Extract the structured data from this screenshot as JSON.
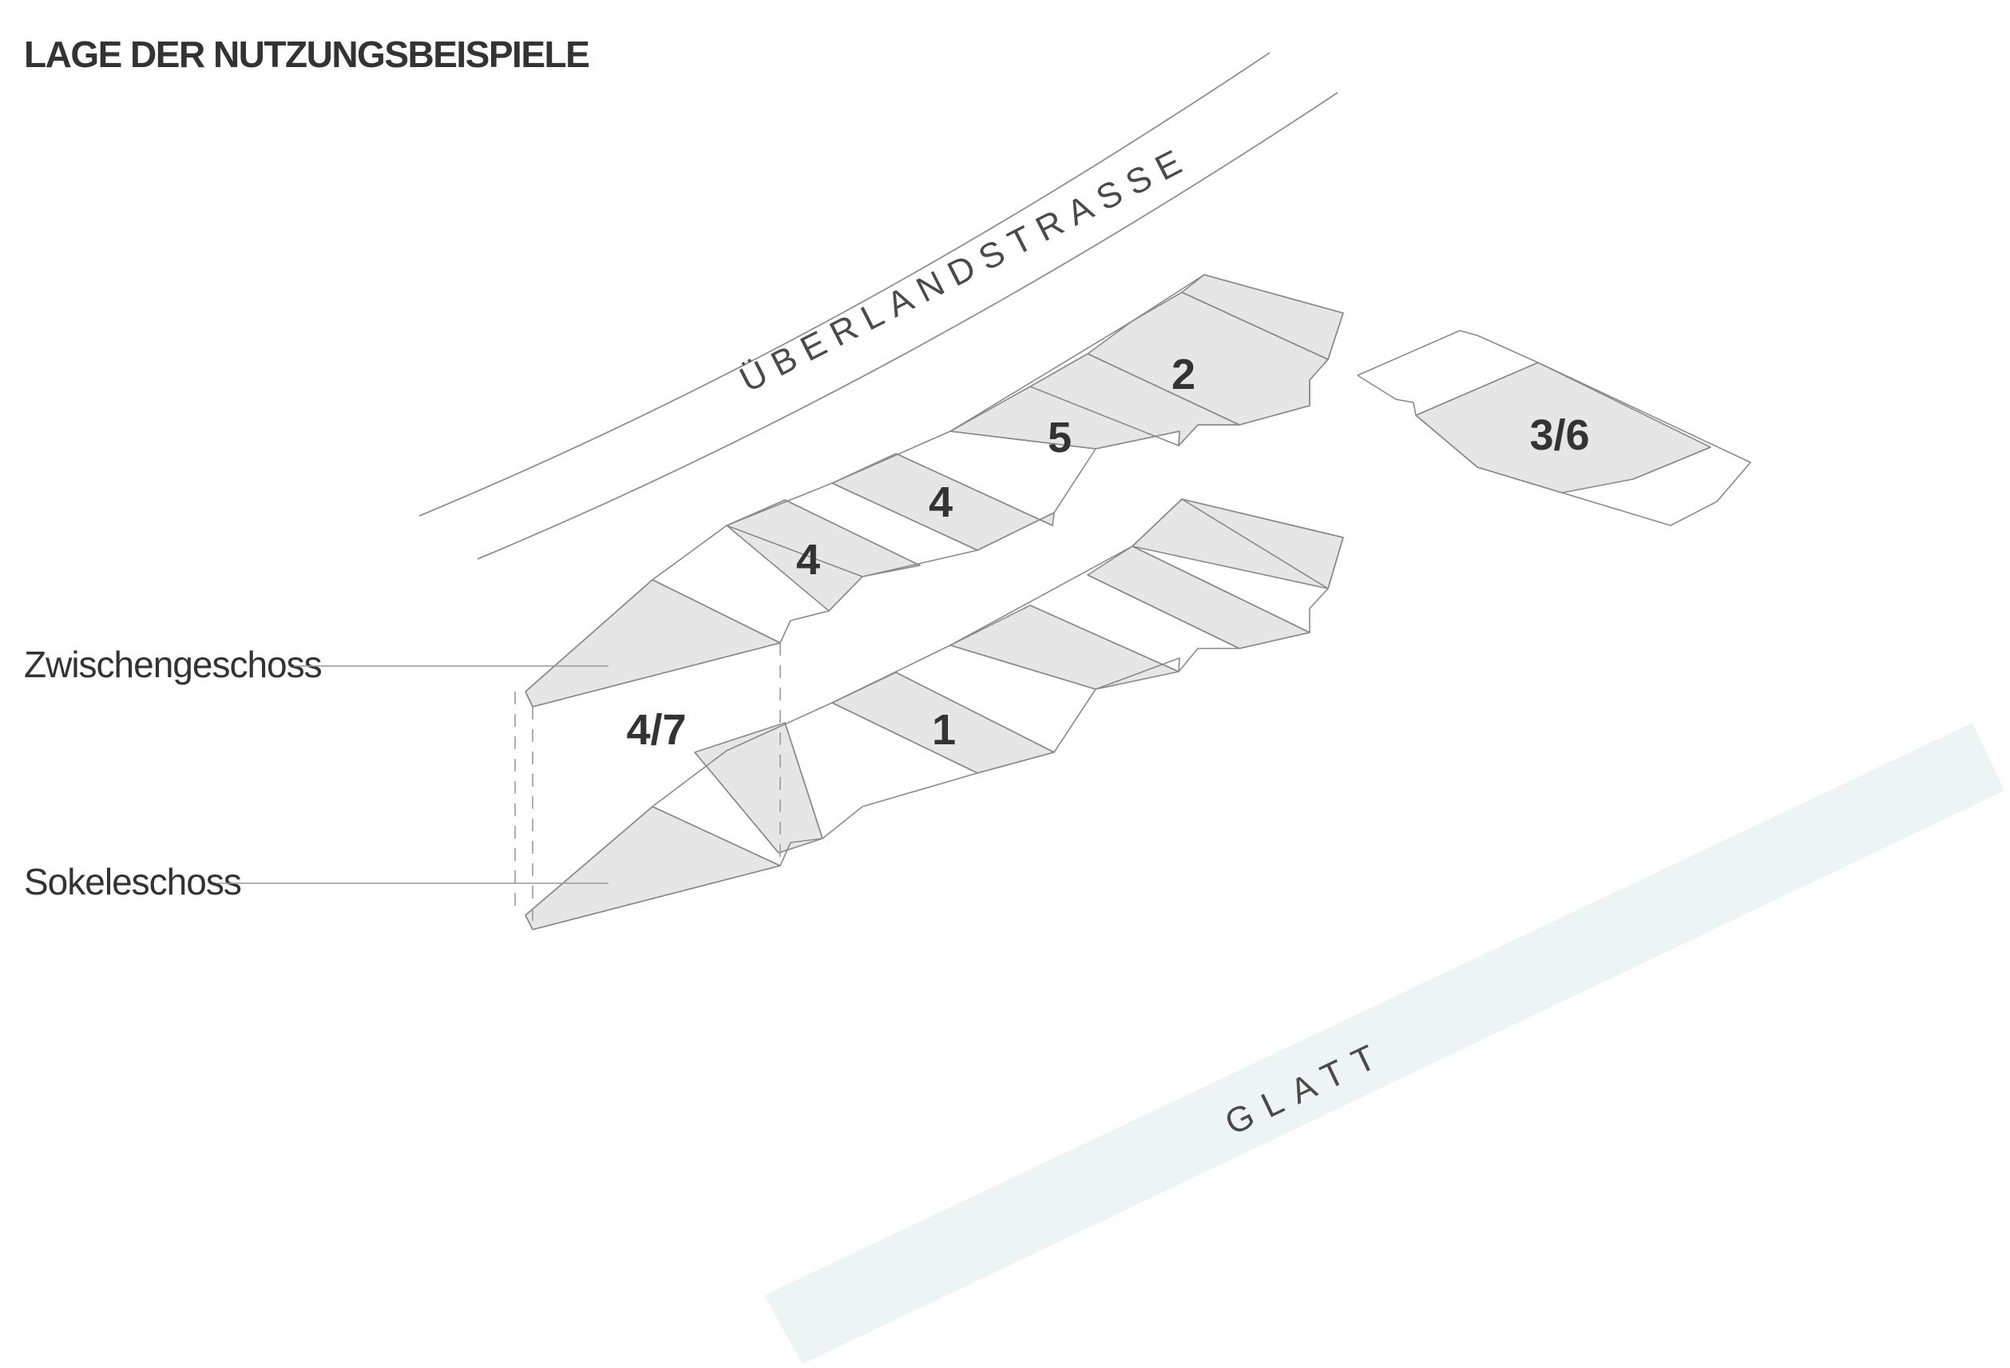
{
  "title": "LAGE DER NUTZUNGSBEISPIELE",
  "labels": {
    "mezzanine": "Zwischengeschoss",
    "base": "Sokeleschoss",
    "road": "ÜBERLANDSTRASSE",
    "river": "GLATT"
  },
  "units": {
    "u2": "2",
    "u5": "5",
    "u4a": "4",
    "u4b": "4",
    "u36": "3/6",
    "u47": "4/7",
    "u1": "1"
  },
  "colors": {
    "unit_fill": "#e6e6e6",
    "outline": "#8a8a8a",
    "river": "#edf5f4",
    "text": "#333333"
  }
}
